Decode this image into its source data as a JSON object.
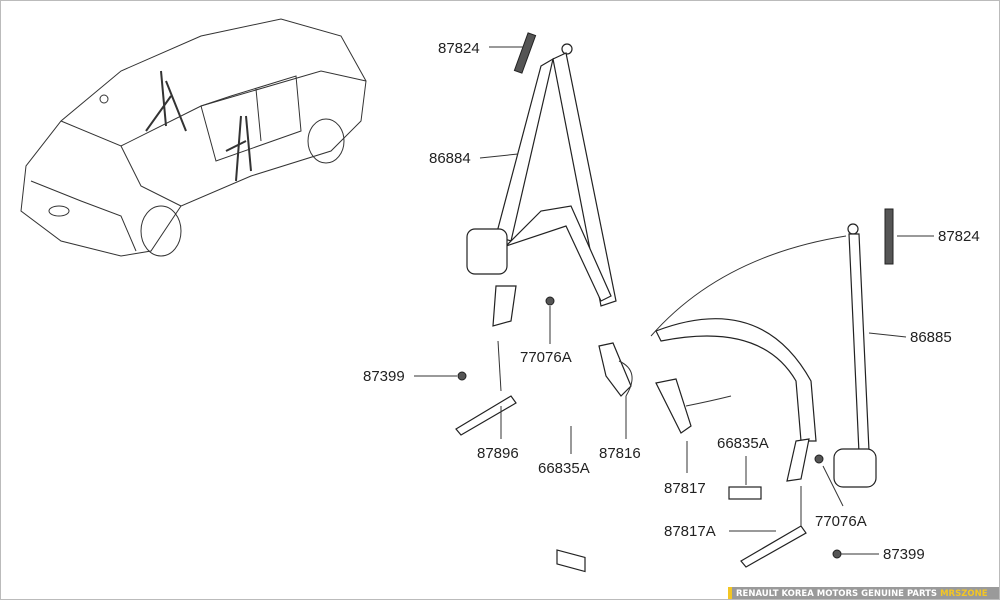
{
  "labels": {
    "upper_guide_left": "87824",
    "belt_left": "86884",
    "bolt_left": "77076A",
    "bolt_87399_left": "87399",
    "pretensioner_left": "87896",
    "cover_left": "66835A",
    "buckle_left": "87816",
    "buckle_right": "87817",
    "cover_right": "66835A",
    "upper_guide_right": "87824",
    "belt_right": "86885",
    "bolt_right": "77076A",
    "pretensioner_right": "87817A",
    "bolt_87399_right": "87399"
  },
  "banner": {
    "text": "RENAULT KOREA MOTORS GENUINE PARTS",
    "brand": "MRSZONE",
    "accent_color": "#f3c623"
  }
}
